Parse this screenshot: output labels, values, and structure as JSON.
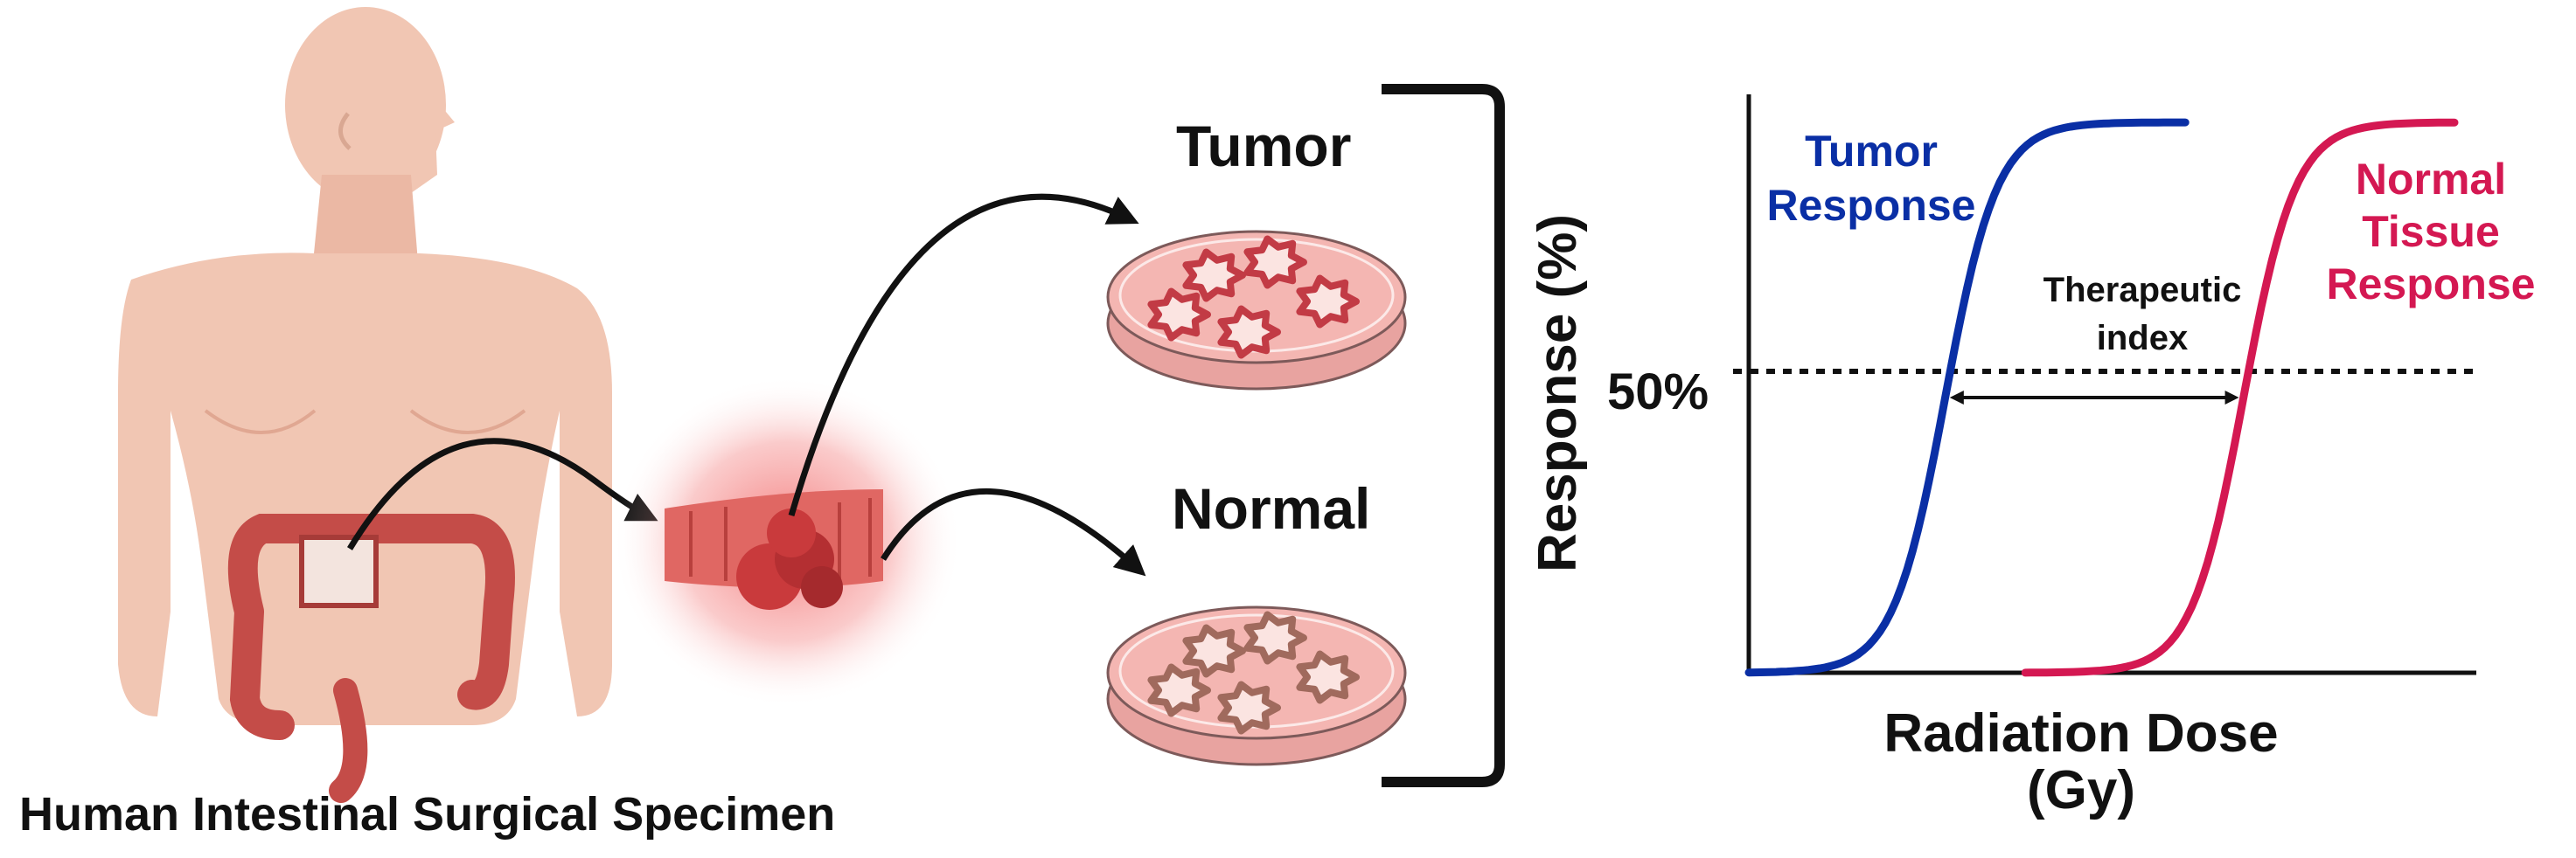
{
  "specimen_caption": "Human Intestinal Surgical Specimen",
  "dishes": {
    "tumor_label": "Tumor",
    "normal_label": "Normal"
  },
  "colors": {
    "skin": "#f1c6b3",
    "tissue": "#e06763",
    "tumor_mass": "#c93a3c",
    "dish_pink": "#f4b6b2",
    "organoid_tumor": "#c23b45",
    "organoid_normal": "#a06a5d",
    "tumor_curve": "#0a2fa5",
    "normal_curve": "#d41852",
    "ink": "#111111"
  },
  "chart_data": {
    "type": "line",
    "ylabel": "Response (%)",
    "xlabel_line1": "Radiation Dose",
    "xlabel_line2": "(Gy)",
    "reference_line_label": "50%",
    "reference_level": 50,
    "ylim": [
      0,
      100
    ],
    "series": [
      {
        "name_line1": "Tumor",
        "name_line2": "Response",
        "midpoint": 0.27,
        "steepness": 28,
        "x_start": 0.0,
        "x_end": 0.6
      },
      {
        "name_line1": "Normal",
        "name_line2": "Tissue",
        "name_line3": "Response",
        "midpoint": 0.68,
        "steepness": 28,
        "x_start": 0.38,
        "x_end": 0.97
      }
    ],
    "annotation_line1": "Therapeutic",
    "annotation_line2": "index"
  }
}
